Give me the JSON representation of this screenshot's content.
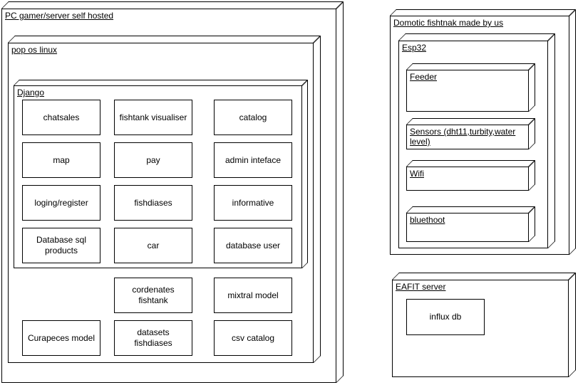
{
  "colors": {
    "background": "#ffffff",
    "stroke": "#000000",
    "text": "#000000"
  },
  "nodes": {
    "pc_server": "PC gamer/server self hosted",
    "pop_os": "pop os linux",
    "django": "Django",
    "domotic": "Domotic fishtnak made by us",
    "esp32": "Esp32",
    "feeder": "Feeder",
    "sensors": "Sensors (dht11,turbity,water level)",
    "wifi": "Wifi",
    "bluethoot": "bluethoot",
    "eafit": "EAFIT server"
  },
  "django_modules": [
    "chatsales",
    "fishtank visualiser",
    "catalog",
    "map",
    "pay",
    "admin inteface",
    "loging/register",
    "fishdiases",
    "informative",
    "Database sql products",
    "car",
    "database user"
  ],
  "server_modules": [
    "cordenates fishtank",
    "mixtral model",
    "Curapeces model",
    "datasets fishdiases",
    "csv catalog"
  ],
  "eafit_modules": [
    "influx db"
  ]
}
